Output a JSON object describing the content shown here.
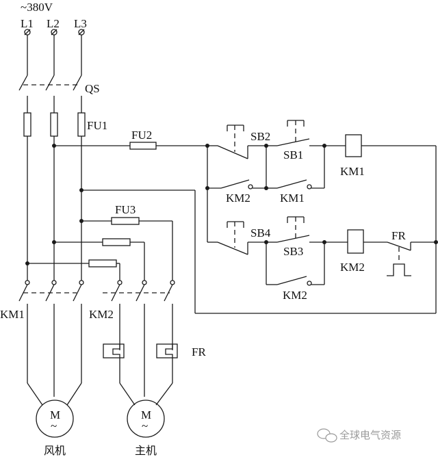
{
  "supply": {
    "voltage": "~380V",
    "phases": [
      "L1",
      "L2",
      "L3"
    ]
  },
  "labels": {
    "qs": "QS",
    "fu1": "FU1",
    "fu2": "FU2",
    "fu3": "FU3",
    "sb1": "SB1",
    "sb2": "SB2",
    "sb3": "SB3",
    "sb4": "SB4",
    "km1_coil": "KM1",
    "km1_aux": "KM1",
    "km1_main": "KM1",
    "km2_coil": "KM2",
    "km2_aux1": "KM2",
    "km2_aux2": "KM2",
    "km2_main": "KM2",
    "fr_ctrl": "FR",
    "fr_main": "FR"
  },
  "motors": [
    {
      "symbol": "M",
      "phase_symbol": "~",
      "caption": "风机"
    },
    {
      "symbol": "M",
      "phase_symbol": "~",
      "caption": "主机"
    }
  ],
  "watermark": "全球电气资源"
}
